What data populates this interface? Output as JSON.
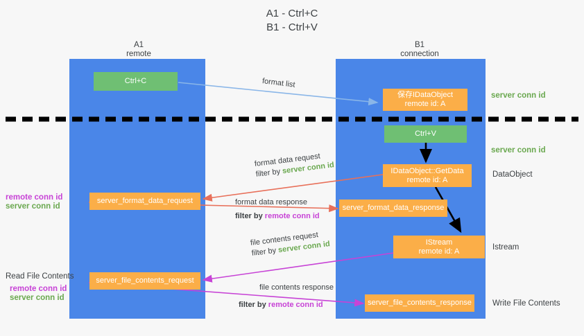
{
  "title": {
    "line1": "A1 - Ctrl+C",
    "line2": "B1 - Ctrl+V"
  },
  "columns": {
    "left": {
      "name": "A1",
      "role": "remote"
    },
    "right": {
      "name": "B1",
      "role": "connection"
    }
  },
  "colors": {
    "lane": "#4a86e8",
    "green_box": "#6fbf73",
    "orange_box": "#fbae48",
    "server_conn_id": "#6aa84f",
    "remote_conn_id": "#c743d6",
    "arrow_blue": "#8ab6e8",
    "arrow_red": "#e8705a",
    "arrow_magenta": "#c743d6",
    "arrow_black": "#000000",
    "divider": "#000000",
    "background": "#f7f7f7"
  },
  "boxes": {
    "ctrl_c": "Ctrl+C",
    "ctrl_v": "Ctrl+V",
    "save_idataobject": {
      "line1": "保存IDataObject",
      "line2": "remote id: A"
    },
    "getdata": {
      "line1": "IDataObject::GetData",
      "line2": "remote id: A"
    },
    "istream": {
      "line1": "IStream",
      "line2": "remote id: A"
    },
    "server_format_data_request": "server_format_data_request",
    "server_format_data_response": "server_format_data_response",
    "server_file_contents_request": "server_file_contents_request",
    "server_file_contents_response": "server_file_contents_response"
  },
  "arrow_labels": {
    "format_list": "format list",
    "format_data_request": {
      "line1": "format data request",
      "filter_prefix": "filter by ",
      "filter_value": "server conn id"
    },
    "format_data_response": {
      "line1": "format data response",
      "filter_prefix": "filter by ",
      "filter_value": "remote conn id"
    },
    "file_contents_request": {
      "line1": "file contents request",
      "filter_prefix": "filter by ",
      "filter_value": "server conn id"
    },
    "file_contents_response": {
      "line1": "file contents response",
      "filter_prefix": "filter by ",
      "filter_value": "remote conn id"
    }
  },
  "right_labels": {
    "server_conn_id_top": "server conn id",
    "server_conn_id_mid": "server conn id",
    "data_object": "DataObject",
    "istream": "Istream",
    "write_file_contents": "Write File Contents"
  },
  "left_labels": {
    "remote_conn_id_mid": "remote conn id",
    "server_conn_id_mid": "server conn id",
    "read_file_contents": "Read File Contents",
    "remote_conn_id_low": "remote conn id",
    "server_conn_id_low": "server conn id"
  }
}
